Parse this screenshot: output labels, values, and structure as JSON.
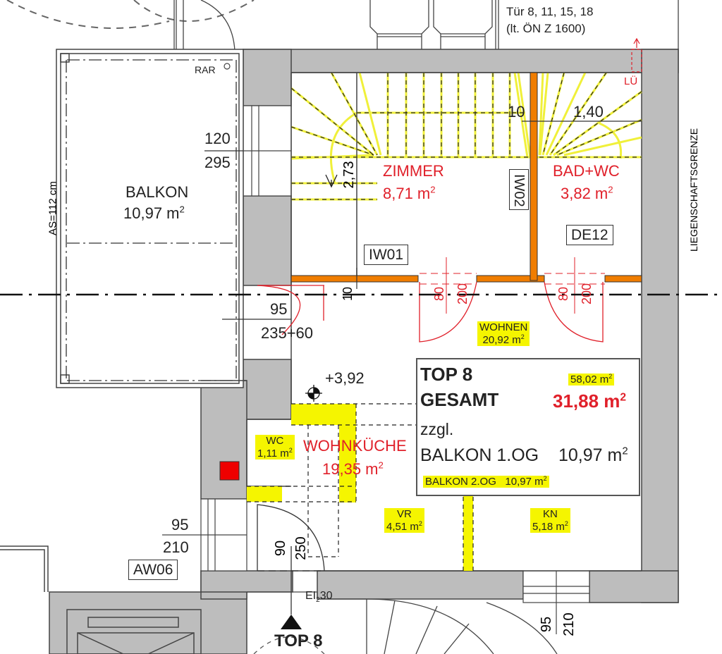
{
  "plan": {
    "title": "TOP 8",
    "colors": {
      "wall": "#bdbdbd",
      "new_wall": "#f07d00",
      "room_label_red": "#e0202a",
      "highlight": "#f5f500",
      "line": "#333333"
    }
  },
  "notes": {
    "door_note_line1": "Tür 8, 11, 15, 18",
    "door_note_line2": "(lt. ÖN Z 1600)",
    "lu": "LÜ",
    "rar": "RAR",
    "as": "AS=112 cm",
    "property_line": "LIEGENSCHAFTSGRENZE",
    "level": "+3,92",
    "fire_rating": "EI",
    "fire_rating_sub": "2",
    "fire_rating_num": "30",
    "entrance": "TOP 8"
  },
  "rooms": {
    "balkon": {
      "name": "BALKON",
      "area": "10,97 m",
      "unit_sup": "2"
    },
    "zimmer": {
      "name": "ZIMMER",
      "area": "8,71 m",
      "unit_sup": "2"
    },
    "bad_wc": {
      "name": "BAD+WC",
      "area": "3,82 m",
      "unit_sup": "2"
    },
    "wohnen": {
      "name": "WOHNEN",
      "area": "20,92 m",
      "unit_sup": "2"
    },
    "wohnkueche": {
      "name": "WOHNKÜCHE",
      "area": "19,35 m",
      "unit_sup": "2"
    },
    "wc": {
      "name": "WC",
      "area": "1,11 m",
      "unit_sup": "2"
    },
    "vr": {
      "name": "VR",
      "area": "4,51 m",
      "unit_sup": "2"
    },
    "kn": {
      "name": "KN",
      "area": "5,18 m",
      "unit_sup": "2"
    }
  },
  "tags": {
    "iw01": "IW01",
    "iw02": "IW02",
    "de12": "DE12",
    "aw06": "AW06"
  },
  "dimensions": {
    "win_top_w": "120",
    "win_top_h": "295",
    "door_balk_w": "95",
    "door_balk_h": "235+60",
    "stair_273": "2,73",
    "d10a": "10",
    "d140": "1,40",
    "d10b": "10",
    "door1_w": "80",
    "door1_h": "200",
    "door2_w": "80",
    "door2_h": "200",
    "win_left_w": "95",
    "win_left_h": "210",
    "entry_w": "90",
    "entry_h": "250",
    "win_bot_w": "95",
    "win_bot_h": "210"
  },
  "summary": {
    "top": "TOP 8",
    "gesamt": "GESAMT",
    "small_total": "58,02 m",
    "total": "31,88 m",
    "zzgl": "zzgl.",
    "balkon1_label": "BALKON 1.OG",
    "balkon1_area": "10,97 m",
    "balkon2_label": "BALKON 2.OG",
    "balkon2_area": "10,97 m",
    "sup": "2"
  }
}
